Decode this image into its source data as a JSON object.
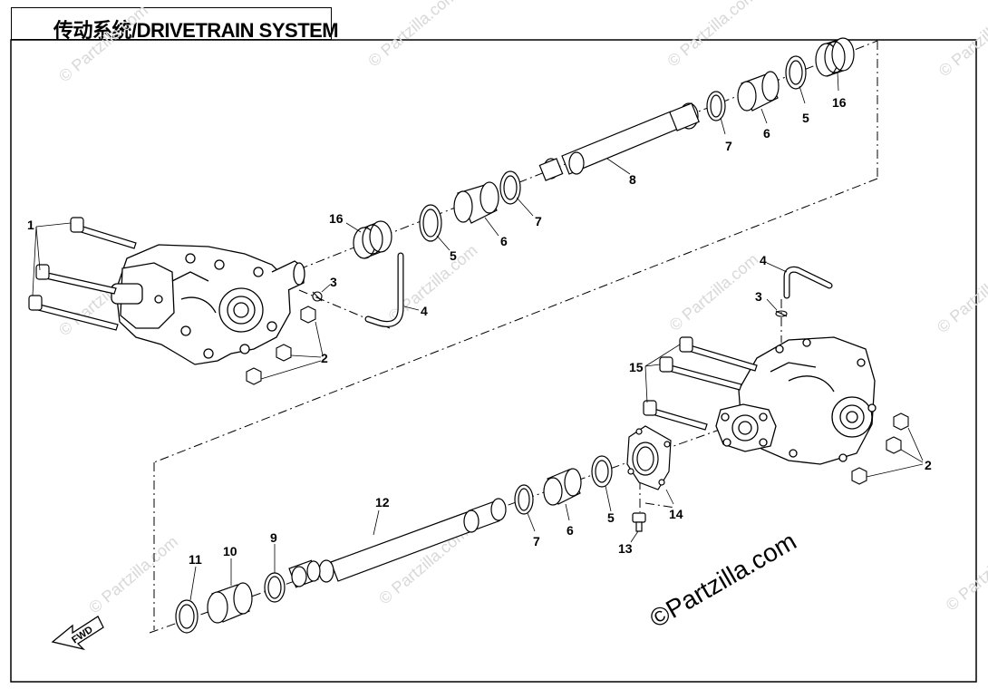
{
  "title": "传动系统/DRIVETRAIN SYSTEM",
  "fwd_label": "FWD",
  "copyright": "©Partzilla.com",
  "watermark": "© Partzilla.com",
  "callouts": {
    "c1": "1",
    "c2a": "2",
    "c2b": "2",
    "c3a": "3",
    "c3b": "3",
    "c4a": "4",
    "c4b": "4",
    "c5a": "5",
    "c5b": "5",
    "c5c": "5",
    "c6a": "6",
    "c6b": "6",
    "c6c": "6",
    "c7a": "7",
    "c7b": "7",
    "c7c": "7",
    "c8": "8",
    "c9": "9",
    "c10": "10",
    "c11": "11",
    "c12": "12",
    "c13": "13",
    "c14": "14",
    "c15": "15",
    "c16a": "16",
    "c16b": "16"
  },
  "colors": {
    "line": "#000000",
    "watermark": "#d8d8d8",
    "background": "#ffffff"
  }
}
